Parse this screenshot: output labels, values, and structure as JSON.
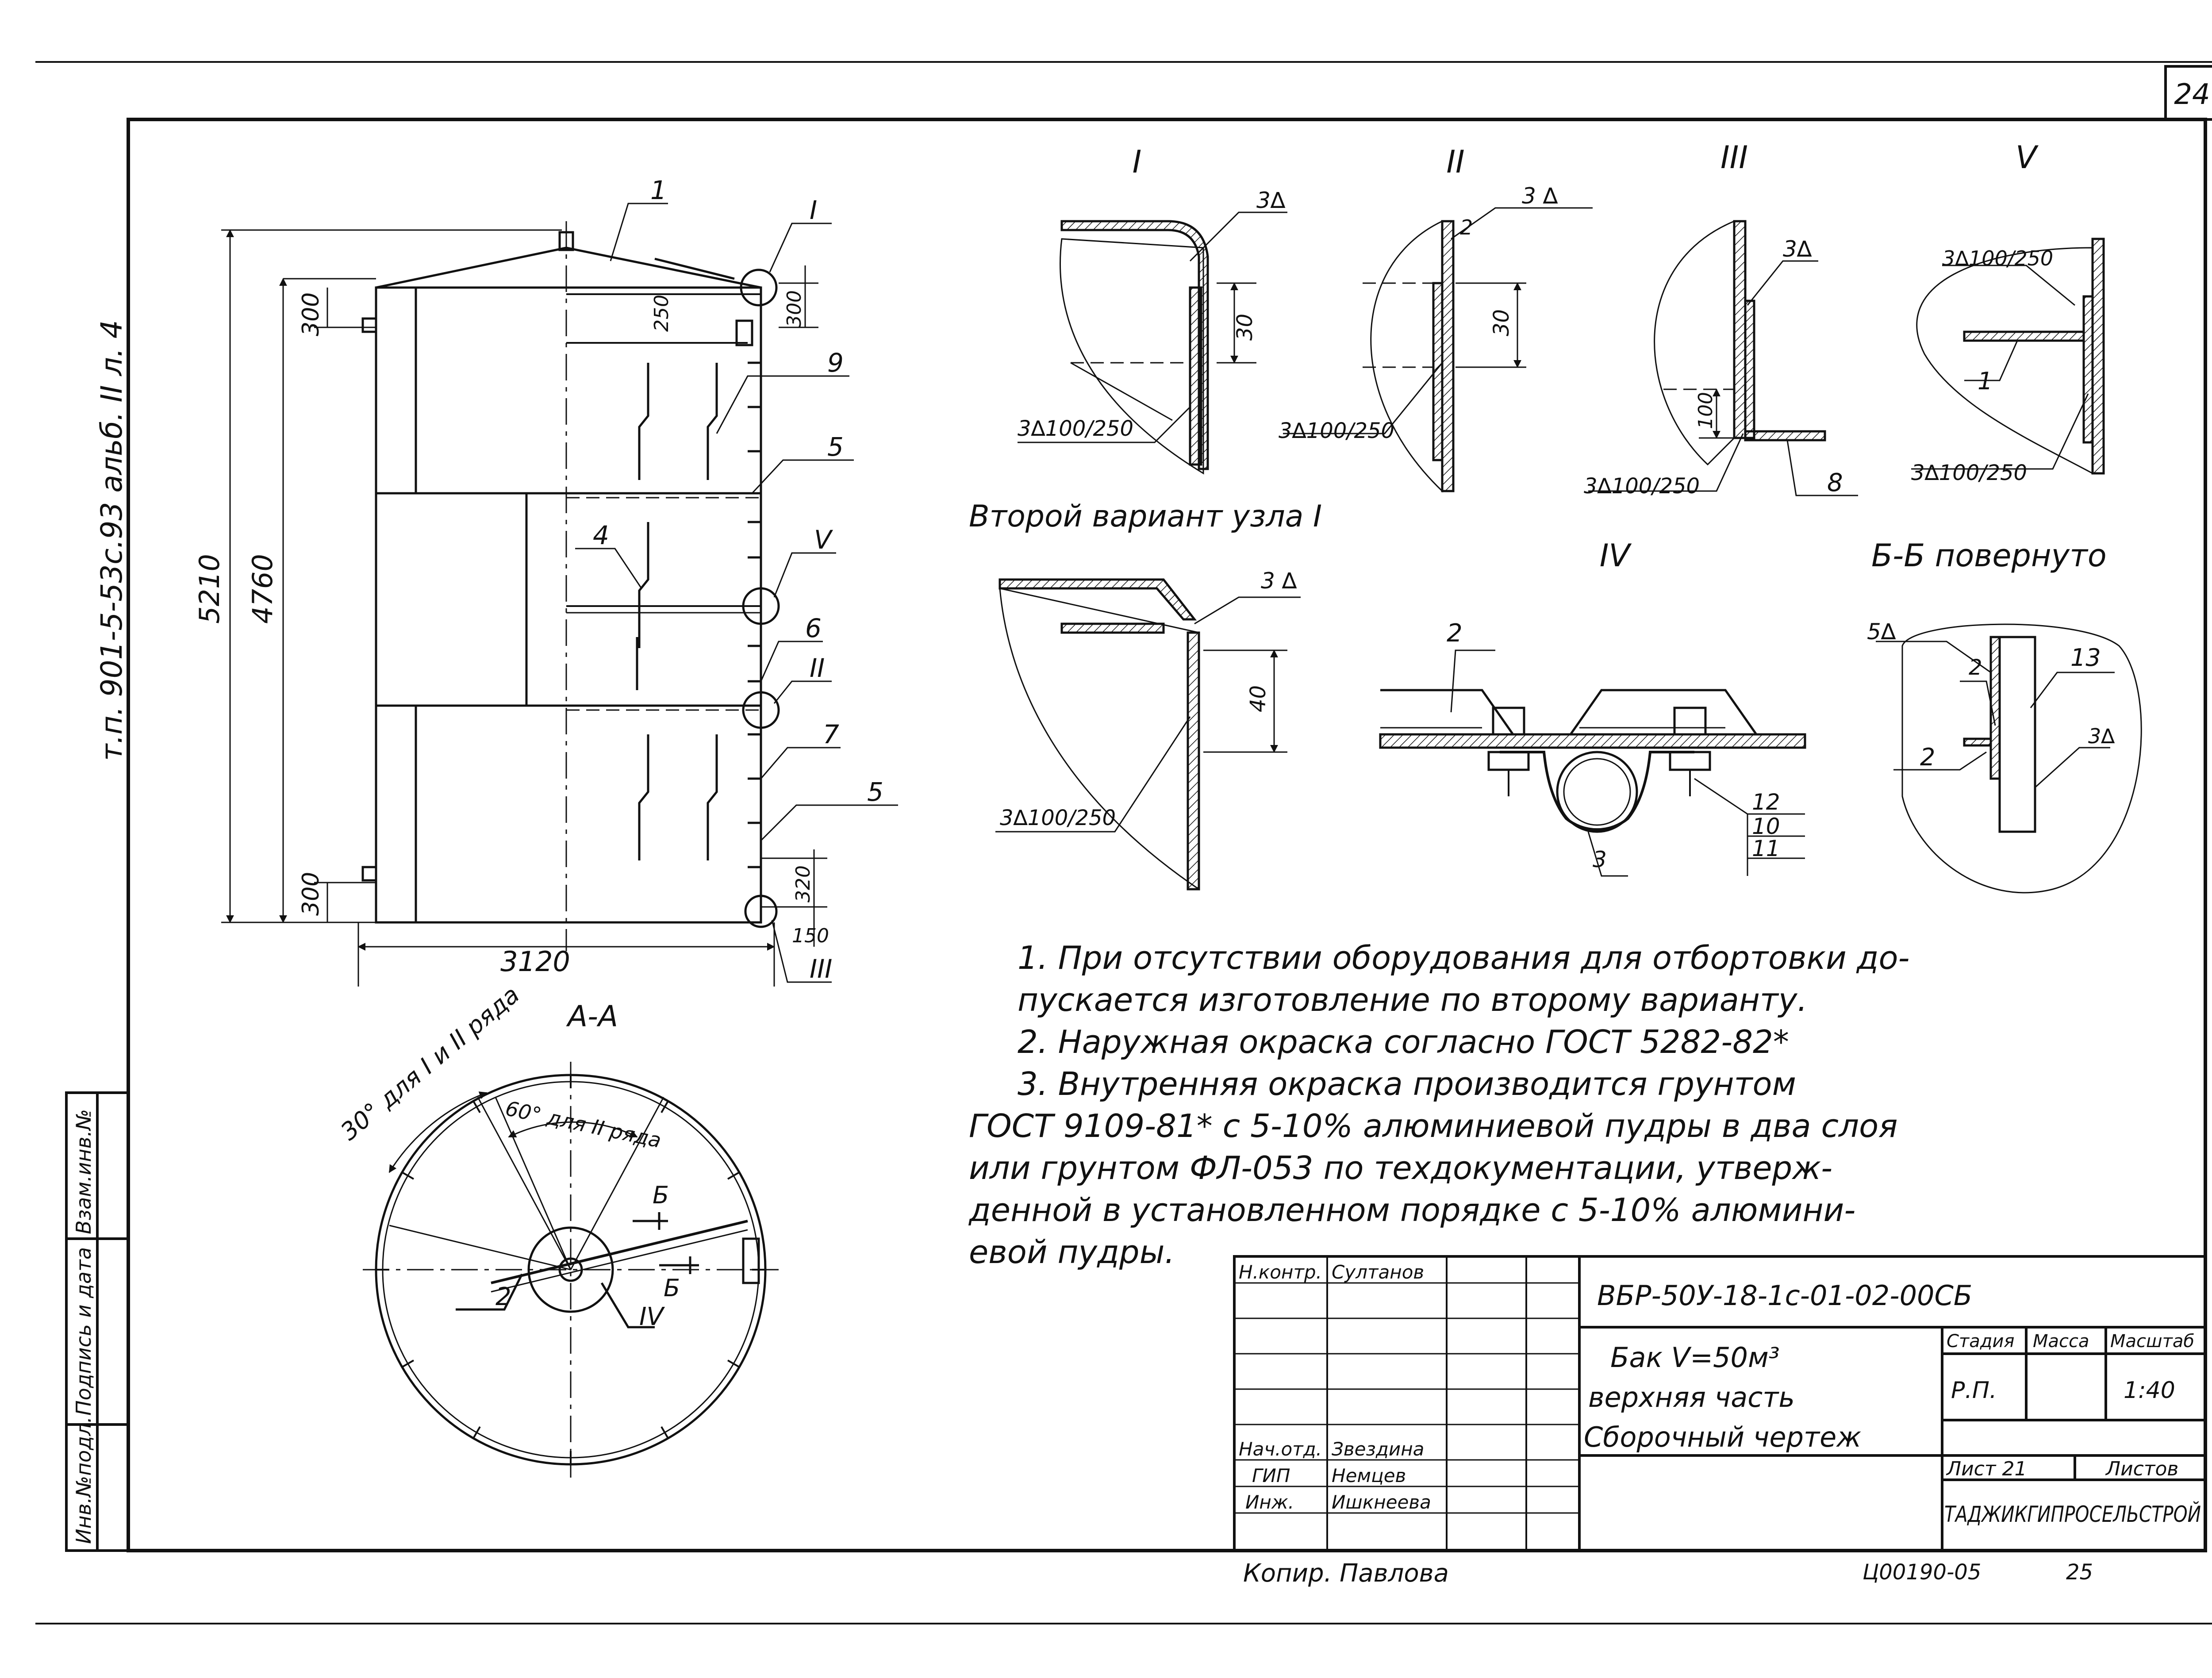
{
  "sheet_number": "24",
  "side_label": "т.п. 901-5-53с.93   альб. II  л. 4",
  "main_view": {
    "dimensions": {
      "total_height": "5210",
      "shell_height": "4760",
      "top_offset": "300",
      "bottom_offset": "300",
      "vent_offset": "250",
      "top_right": "300",
      "diameter": "3120",
      "bottom_right_a": "320",
      "bottom_right_b": "150"
    },
    "callouts": [
      "1",
      "9",
      "5",
      "4",
      "6",
      "7",
      "5"
    ],
    "nodes": [
      "I",
      "V",
      "II",
      "III"
    ]
  },
  "section_aa": {
    "title": "А-А",
    "angle1": "30° для I и II ряда",
    "angle2": "60° для II ряда",
    "section_mark": "Б",
    "callout": "2",
    "node": "IV"
  },
  "details": {
    "node_I": {
      "title": "I",
      "weld_top": "3∆",
      "dim": "30",
      "weld_bottom": "3∆100/250"
    },
    "node_II": {
      "title": "II",
      "weld_top": "3 ∆",
      "callout": "2",
      "dim": "30",
      "weld_bottom": "3∆100/250"
    },
    "node_III": {
      "title": "III",
      "weld_top": "3∆",
      "dim": "100",
      "weld_bottom": "3∆100/250",
      "callout": "8"
    },
    "node_V": {
      "title": "V",
      "weld_top": "3∆100/250",
      "callout": "1",
      "weld_bottom": "3∆100/250"
    },
    "second_variant": {
      "caption": "Второй вариант узла I",
      "weld_top": "3 ∆",
      "dim": "40",
      "weld_bottom": "3∆100/250"
    },
    "node_IV": {
      "title": "IV",
      "callouts": [
        "2",
        "3",
        "12",
        "10",
        "11"
      ]
    },
    "section_bb": {
      "title": "Б-Б повернуто",
      "weld_left": "5∆",
      "callouts": [
        "2",
        "13",
        "2",
        "3∆"
      ]
    }
  },
  "notes": [
    "1. При отсутствии оборудования для отбортовки до-",
    "пускается изготовление по второму варианту.",
    "2. Наружная окраска согласно ГОСТ 5282-82*",
    "3. Внутренняя окраска производится грунтом",
    "ГОСТ 9109-81* с 5-10% алюминиевой пудры в два слоя",
    "или грунтом ФЛ-053 по техдокументации, утверж-",
    "денной в установленном порядке с 5-10% алюмини-",
    "евой пудры."
  ],
  "title_block": {
    "designation": "ВБР-50У-18-1с-01-02-00СБ",
    "title_line1": "Бак V=50м³",
    "title_line2": "верхняя часть",
    "title_line3": "Сборочный чертеж",
    "signers": [
      {
        "role": "Н.контр.",
        "name": "Султанов"
      },
      {
        "role": "Нач.отд.",
        "name": "Звездина"
      },
      {
        "role": "ГИП",
        "name": "Немцев"
      },
      {
        "role": "Инж.",
        "name": "Ишкнеева"
      }
    ],
    "stage_label": "Стадия",
    "mass_label": "Масса",
    "scale_label": "Масштаб",
    "stage": "Р.П.",
    "scale": "1:40",
    "sheet_label": "Лист 21",
    "sheets_label": "Листов",
    "organization": "ТАДЖИКГИПРОСЕЛЬСТРОЙ"
  },
  "left_stamp": [
    "Инв.№подл.",
    "Подпись и дата",
    "Взам.инв.№"
  ],
  "footer": {
    "copied": "Копир. Павлова",
    "code": "Ц00190-05",
    "format": "25"
  }
}
